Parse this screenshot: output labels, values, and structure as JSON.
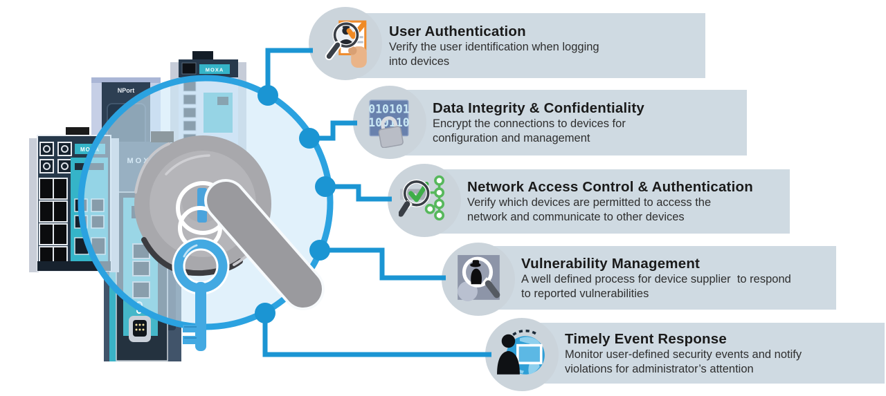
{
  "items": [
    {
      "icon": "id-card-magnifier-icon",
      "title": "User Authentication",
      "lines": [
        "Verify the user identification when logging",
        "into devices"
      ]
    },
    {
      "icon": "binary-padlock-icon",
      "title": "Data Integrity & Confidentiality",
      "lines": [
        "Encrypt the connections to devices for",
        "configuration and management"
      ]
    },
    {
      "icon": "network-check-magnifier-icon",
      "title": "Network Access Control & Authentication",
      "lines": [
        "Verify which devices are permitted to access the",
        "network and communicate to other devices"
      ]
    },
    {
      "icon": "spy-magnifier-icon",
      "title": "Vulnerability Management",
      "lines": [
        "A well defined process for device supplier  to respond",
        "to reported vulnerabilities"
      ]
    },
    {
      "icon": "globe-person-monitor-icon",
      "title": "Timely Event Response",
      "lines": [
        "Monitor user-defined security events and notify",
        "violations for administrator’s attention"
      ]
    }
  ],
  "illustration": {
    "moxa_label": "MOXA",
    "nport_label": "NPort",
    "binary_lines": [
      "010101",
      "100110"
    ]
  },
  "colors": {
    "accent_blue": "#2ba2e0",
    "connector_blue": "#1b95d3",
    "key_blue": "#43a9e2",
    "bar_bg": "#cfdae2",
    "icon_circle_bg": "#cbd4db",
    "teal": "#35b4c8",
    "navy": "#26384a",
    "dial_gray": "#a8a8ac",
    "check_green": "#3fae49",
    "check_orange": "#f08a24"
  }
}
